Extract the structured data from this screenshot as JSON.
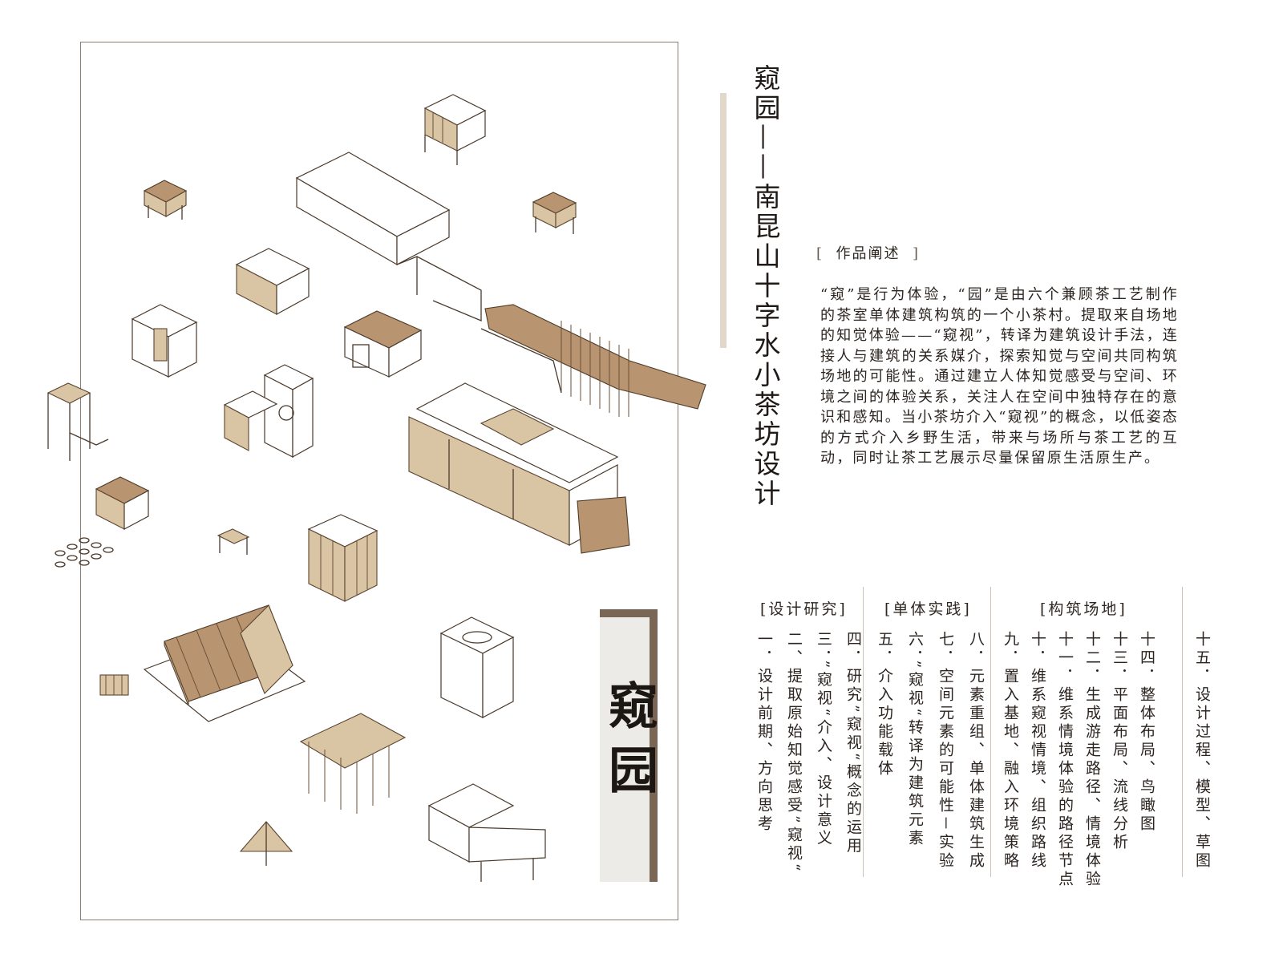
{
  "banner": {
    "text": "窥园"
  },
  "title": "窥园——南昆山十字水小茶坊设计",
  "description": {
    "heading": "作品阐述",
    "bracket_open": "[",
    "bracket_close": "]",
    "body": "“窥”是行为体验，“园”是由六个兼顾茶工艺制作的茶室单体建筑构筑的一个小茶村。提取来自场地的知觉体验——“窥视”，转译为建筑设计手法，连接人与建筑的关系媒介，探索知觉与空间共同构筑场地的可能性。通过建立人体知觉感受与空间、环境之间的体验关系，关注人在空间中独特存在的意识和感知。当小茶坊介入“窥视”的概念，以低姿态的方式介入乡野生活，带来与场所与茶工艺的互动，同时让茶工艺展示尽量保留原生活原生产。"
  },
  "sections": [
    {
      "label": "[设计研究]"
    },
    {
      "label": "[单体实践]"
    },
    {
      "label": "[构筑场地]"
    }
  ],
  "index": [
    {
      "num": "一",
      "text": "．设计前期、方向思考"
    },
    {
      "num": "二",
      "text": "、提取原始知觉感受”窥视“"
    },
    {
      "num": "三",
      "text": "．”窥视“介入、设计意义"
    },
    {
      "num": "四",
      "text": "．研究”窥视“概念的运用"
    },
    {
      "num": "五",
      "text": "．介入功能载体"
    },
    {
      "num": "六",
      "text": "．”窥视“转译为建筑元素"
    },
    {
      "num": "七",
      "text": "．空间元素的可能性－实验"
    },
    {
      "num": "八",
      "text": "．元素重组、单体建筑生成"
    },
    {
      "num": "九",
      "text": "．置入基地、融入环境策略"
    },
    {
      "num": "十",
      "text": "．维系窥视情境、组织路线"
    },
    {
      "num": "十一",
      "text": "．维系情境体验的路径节点"
    },
    {
      "num": "十二",
      "text": "．生成游走路径、情境体验"
    },
    {
      "num": "十三",
      "text": "．平面布局、流线分析"
    },
    {
      "num": "十四",
      "text": "．整体布局、鸟瞰图"
    },
    {
      "num": "十五",
      "text": "．设计过程、模型、草图"
    }
  ]
}
